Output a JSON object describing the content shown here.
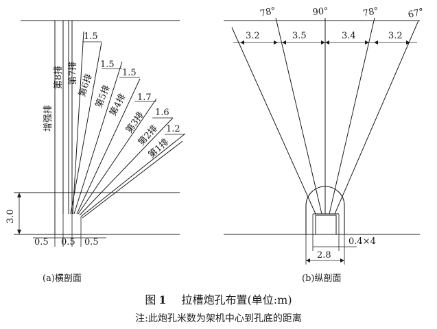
{
  "left_panel": {
    "caption": "(a)横剖面",
    "height_label": "3.0",
    "bottom_spacings": [
      "0.5",
      "0.5",
      "0.5"
    ],
    "rows": [
      {
        "label": "增强排"
      },
      {
        "label": "第8排"
      },
      {
        "label": "第7排"
      },
      {
        "label": "第6排",
        "spacing": "1.5"
      },
      {
        "label": "第5排",
        "spacing": "1.5"
      },
      {
        "label": "第4排",
        "spacing": "1.5"
      },
      {
        "label": "第3排",
        "spacing": "1.7"
      },
      {
        "label": "第2排",
        "spacing": "1.6"
      },
      {
        "label": "第1排",
        "spacing": "1.2"
      }
    ]
  },
  "right_panel": {
    "caption": "(b)纵剖面",
    "angles": [
      "78°",
      "90°",
      "78°",
      "67°"
    ],
    "top_spacings": [
      "3.2",
      "3.5",
      "3.4",
      "3.2"
    ],
    "bottom_dim": "2.8",
    "hole_spacing": "0.4×4"
  },
  "figure": {
    "prefix": "图",
    "number": "1",
    "title": "拉槽炮孔布置(单位:m)",
    "note": "注:此炮孔米数为架机中心到孔底的距离"
  }
}
